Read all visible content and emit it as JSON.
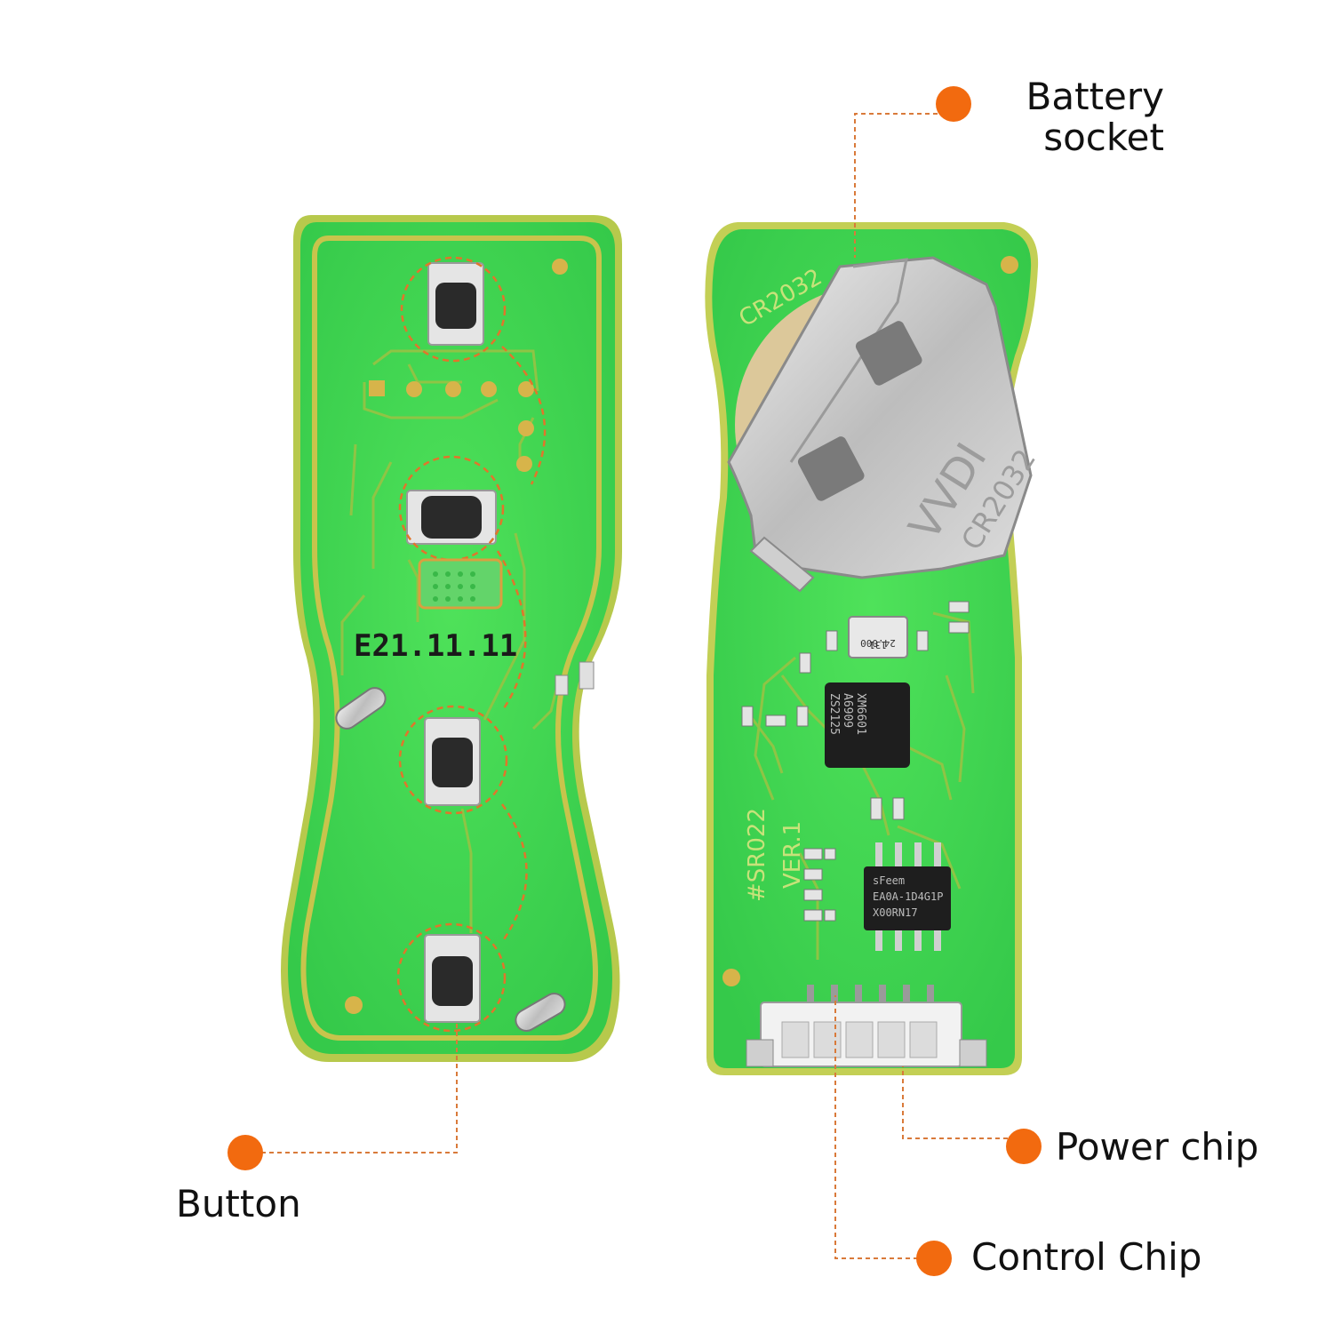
{
  "colors": {
    "pcb_green": "#3fd84a",
    "pcb_edge": "#b7c94c",
    "accent_orange": "#f26a0f",
    "metal": "#c8c8c8"
  },
  "callouts": {
    "battery_line1": "Battery",
    "battery_line2": "socket",
    "button": "Button",
    "power_chip": "Power chip",
    "control_chip": "Control Chip"
  },
  "board_text": {
    "date_code": "E21.11.11",
    "cr2032_silk": "CR2032",
    "battery_brand": "VVDI",
    "battery_model": "CR2032",
    "board_id": "#SR022",
    "board_ver": "VER.1",
    "crystal_line1": "131",
    "crystal_line2": "24.000",
    "chip1_line1": "XM6601",
    "chip1_line2": "A6909",
    "chip1_line3": "ZS2125",
    "chip2_line1": "sFeem",
    "chip2_line2": "EA0A-1D4G1P",
    "chip2_line3": "X00RN17"
  }
}
